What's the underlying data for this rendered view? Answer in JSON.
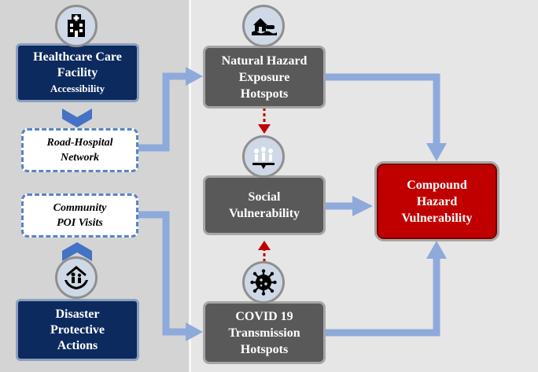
{
  "healthcare_box": {
    "line1": "Healthcare Care",
    "line2": "Facility",
    "line3": "Accessibility"
  },
  "road_network_box": {
    "line1": "Road-Hospital",
    "line2": "Network"
  },
  "community_box": {
    "line1": "Community",
    "line2": "POI Visits"
  },
  "disaster_box": {
    "line1": "Disaster",
    "line2": "Protective",
    "line3": "Actions"
  },
  "natural_hazard_box": {
    "line1": "Natural Hazard",
    "line2": "Exposure",
    "line3": "Hotspots"
  },
  "social_box": {
    "line1": "Social",
    "line2": "Vulnerability"
  },
  "covid_box": {
    "line1": "COVID 19",
    "line2": "Transmission",
    "line3": "Hotspots"
  },
  "compound_box": {
    "line1": "Compound",
    "line2": "Hazard",
    "line3": "Vulnerability"
  },
  "icons": [
    "hospital-icon",
    "flood-icon",
    "community-icon",
    "family-protection-icon",
    "virus-icon"
  ],
  "colors": {
    "navy": "#0c2a5e",
    "dark_gray": "#595959",
    "red": "#c00000",
    "arrow_blue": "#8eaadb",
    "dashed_border": "#5a84c2",
    "dotted_red": "#c00000"
  }
}
